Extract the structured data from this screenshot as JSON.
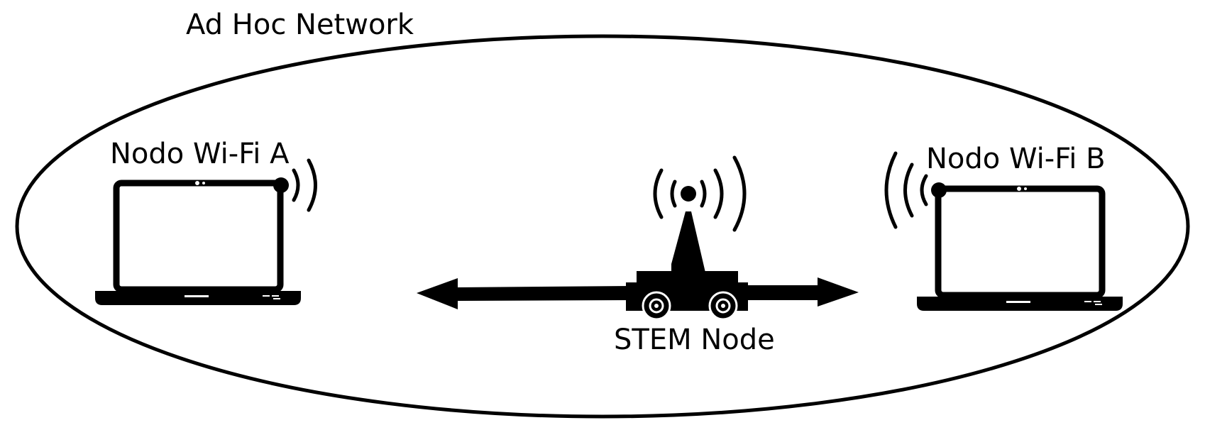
{
  "network": {
    "title": "Ad Hoc Network"
  },
  "nodes": {
    "node_a": {
      "label": "Nodo Wi-Fi A",
      "type": "laptop"
    },
    "node_b": {
      "label": "Nodo Wi-Fi B",
      "type": "laptop"
    },
    "stem": {
      "label": "STEM Node",
      "type": "mobile-robot"
    }
  },
  "icons": {
    "laptop": "laptop-icon",
    "signal": "wifi-signal-icon",
    "robot": "robot-vehicle-icon",
    "arrow": "bidirectional-arrow"
  },
  "colors": {
    "ink": "#000000",
    "background": "#ffffff"
  }
}
